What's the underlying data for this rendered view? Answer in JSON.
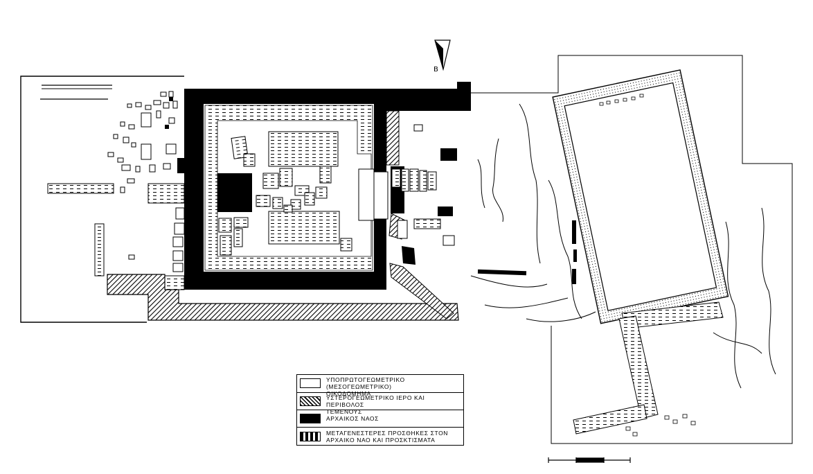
{
  "north_label": "Β",
  "legend": {
    "items": [
      {
        "id": "subprotogeometric",
        "text_line1": "ΥΠΟΠΡΩΤΟΓΕΩΜΕΤΡΙΚΟ  (ΜΕΣΟΓΕΩΜΕΤΡΙΚΟ)",
        "text_line2": "ΟΙΚΟΔΟΜΗΜΑ",
        "pattern": "blank"
      },
      {
        "id": "late-geometric",
        "text_line1": "ΥΣΤΕΡΟΓΕΩΜΕΤΡΙΚΟ ΙΕΡΟ ΚΑΙ ΠΕΡΙΒΟΛΟΣ",
        "text_line2": "ΤΕΜΕΝΟΥΣ",
        "pattern": "hatched"
      },
      {
        "id": "archaic-temple",
        "text_line1": "ΑΡΧΑΙΚΟΣ  ΝΑΟΣ",
        "text_line2": "",
        "pattern": "solid-black"
      },
      {
        "id": "later-additions",
        "text_line1": "ΜΕΤΑΓΕΝΕΣΤΕΡΕΣ  ΠΡΟΣΘΗΚΕΣ  ΣΤΟΝ",
        "text_line2": "ΑΡΧΑΙΚΟ ΝΑΟ ΚΑΙ ΠΡΟΣΚΤΙΣΜΑΤΑ",
        "pattern": "dashed"
      }
    ]
  },
  "colors": {
    "ink": "#000000",
    "paper": "#ffffff"
  }
}
